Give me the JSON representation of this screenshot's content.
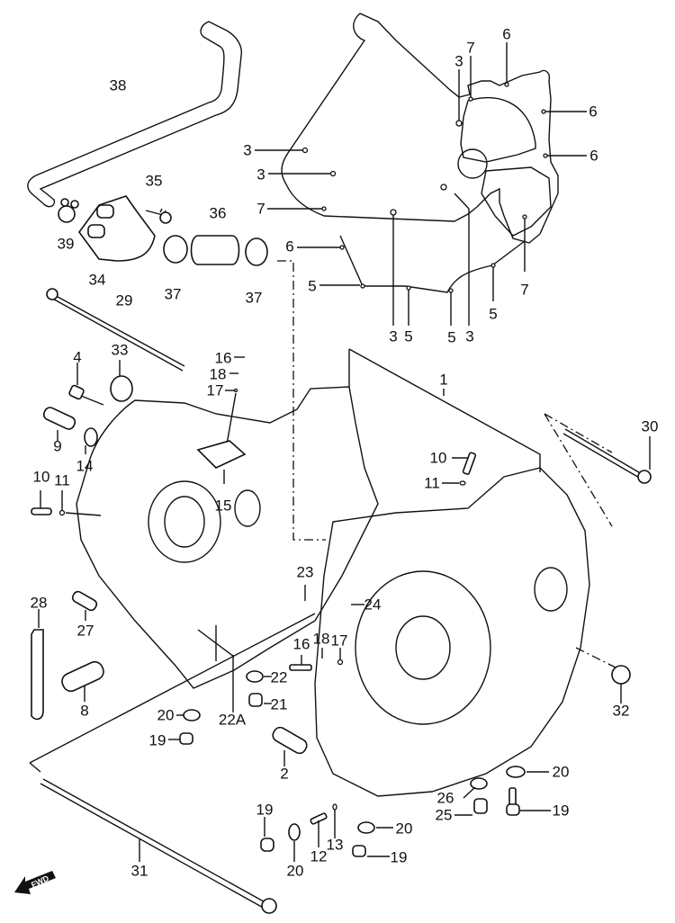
{
  "diagram": {
    "title": "Crankcase exploded parts diagram",
    "direction_badge": "FWD",
    "callouts": [
      {
        "id": "c38",
        "label": "38"
      },
      {
        "id": "c35",
        "label": "35"
      },
      {
        "id": "c39",
        "label": "39"
      },
      {
        "id": "c34",
        "label": "34"
      },
      {
        "id": "c36",
        "label": "36"
      },
      {
        "id": "c37a",
        "label": "37"
      },
      {
        "id": "c37b",
        "label": "37"
      },
      {
        "id": "c29",
        "label": "29"
      },
      {
        "id": "c3a",
        "label": "3"
      },
      {
        "id": "c3b",
        "label": "3"
      },
      {
        "id": "c7a",
        "label": "7"
      },
      {
        "id": "c6a",
        "label": "6"
      },
      {
        "id": "c5a",
        "label": "5"
      },
      {
        "id": "c3c",
        "label": "3"
      },
      {
        "id": "c7b",
        "label": "7"
      },
      {
        "id": "c6b",
        "label": "6"
      },
      {
        "id": "c6c",
        "label": "6"
      },
      {
        "id": "c6d",
        "label": "6"
      },
      {
        "id": "c7c",
        "label": "7"
      },
      {
        "id": "c5b",
        "label": "5"
      },
      {
        "id": "c3d",
        "label": "3"
      },
      {
        "id": "c5c",
        "label": "5"
      },
      {
        "id": "c5d",
        "label": "5"
      },
      {
        "id": "c3e",
        "label": "3"
      },
      {
        "id": "c1",
        "label": "1"
      },
      {
        "id": "c4",
        "label": "4"
      },
      {
        "id": "c33",
        "label": "33"
      },
      {
        "id": "c16a",
        "label": "16"
      },
      {
        "id": "c18a",
        "label": "18"
      },
      {
        "id": "c17a",
        "label": "17"
      },
      {
        "id": "c9",
        "label": "9"
      },
      {
        "id": "c14",
        "label": "14"
      },
      {
        "id": "c10a",
        "label": "10"
      },
      {
        "id": "c11a",
        "label": "11"
      },
      {
        "id": "c15",
        "label": "15"
      },
      {
        "id": "c10b",
        "label": "10"
      },
      {
        "id": "c11b",
        "label": "11"
      },
      {
        "id": "c30",
        "label": "30"
      },
      {
        "id": "c23",
        "label": "23"
      },
      {
        "id": "c24",
        "label": "24"
      },
      {
        "id": "c28",
        "label": "28"
      },
      {
        "id": "c27",
        "label": "27"
      },
      {
        "id": "c16b",
        "label": "16"
      },
      {
        "id": "c18b",
        "label": "18"
      },
      {
        "id": "c17b",
        "label": "17"
      },
      {
        "id": "c22",
        "label": "22"
      },
      {
        "id": "c21",
        "label": "21"
      },
      {
        "id": "c8",
        "label": "8"
      },
      {
        "id": "c22A",
        "label": "22A"
      },
      {
        "id": "c32",
        "label": "32"
      },
      {
        "id": "c20a",
        "label": "20"
      },
      {
        "id": "c19a",
        "label": "19"
      },
      {
        "id": "c2",
        "label": "2"
      },
      {
        "id": "c20b",
        "label": "20"
      },
      {
        "id": "c26",
        "label": "26"
      },
      {
        "id": "c25",
        "label": "25"
      },
      {
        "id": "c19b",
        "label": "19"
      },
      {
        "id": "c19c",
        "label": "19"
      },
      {
        "id": "c20c",
        "label": "20"
      },
      {
        "id": "c19d",
        "label": "19"
      },
      {
        "id": "c12",
        "label": "12"
      },
      {
        "id": "c13",
        "label": "13"
      },
      {
        "id": "c20d",
        "label": "20"
      },
      {
        "id": "c31",
        "label": "31"
      }
    ]
  }
}
